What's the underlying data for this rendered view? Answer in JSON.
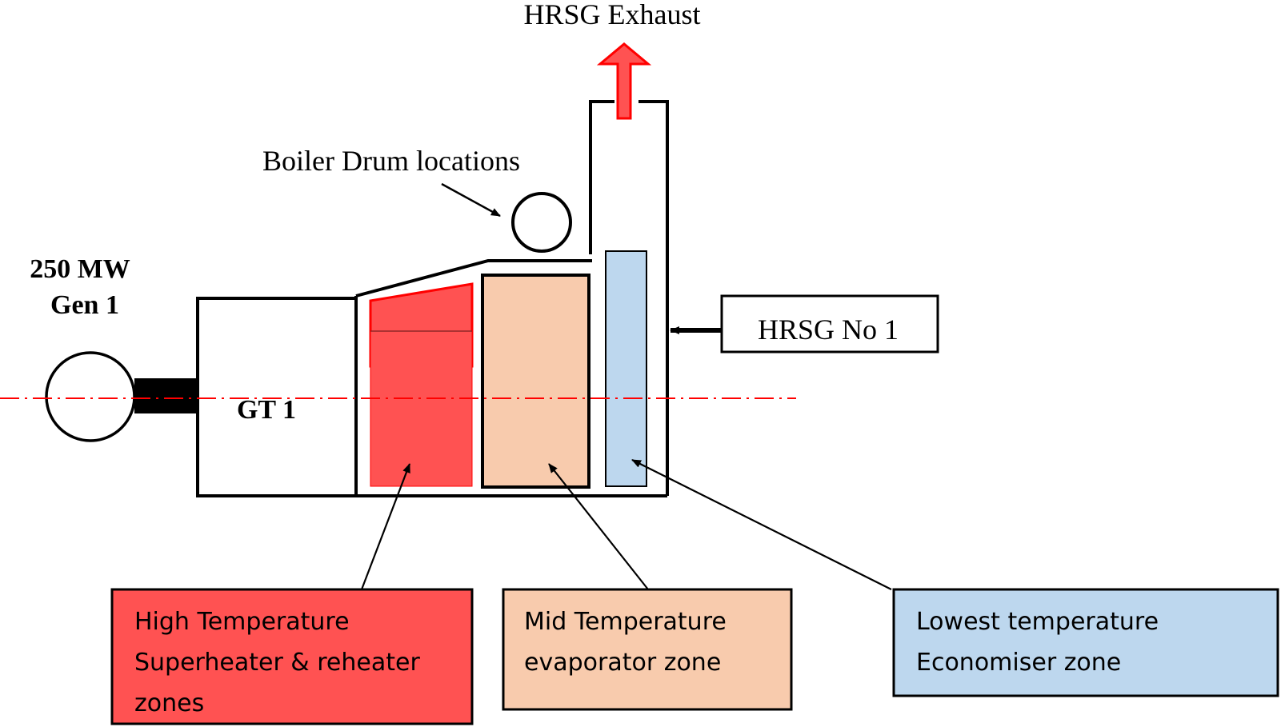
{
  "title": {
    "exhaust": "HRSG Exhaust",
    "drum": "Boiler Drum locations"
  },
  "generator": {
    "line1": "250 MW",
    "line2": "Gen 1"
  },
  "turbine": {
    "label": "GT 1"
  },
  "hrsg": {
    "label": "HRSG No 1"
  },
  "zones": [
    {
      "lines": [
        "High Temperature",
        "Superheater & reheater",
        "zones"
      ],
      "color": "#ff5252"
    },
    {
      "lines": [
        "Mid Temperature",
        "evaporator zone"
      ],
      "color": "#f8cbad"
    },
    {
      "lines": [
        "Lowest temperature",
        "Economiser zone"
      ],
      "color": "#bdd7ee"
    }
  ],
  "colors": {
    "high": "#ff5252",
    "high_border": "#ff0000",
    "mid": "#f8cbad",
    "low": "#bdd7ee",
    "centerline": "#ff0000"
  }
}
